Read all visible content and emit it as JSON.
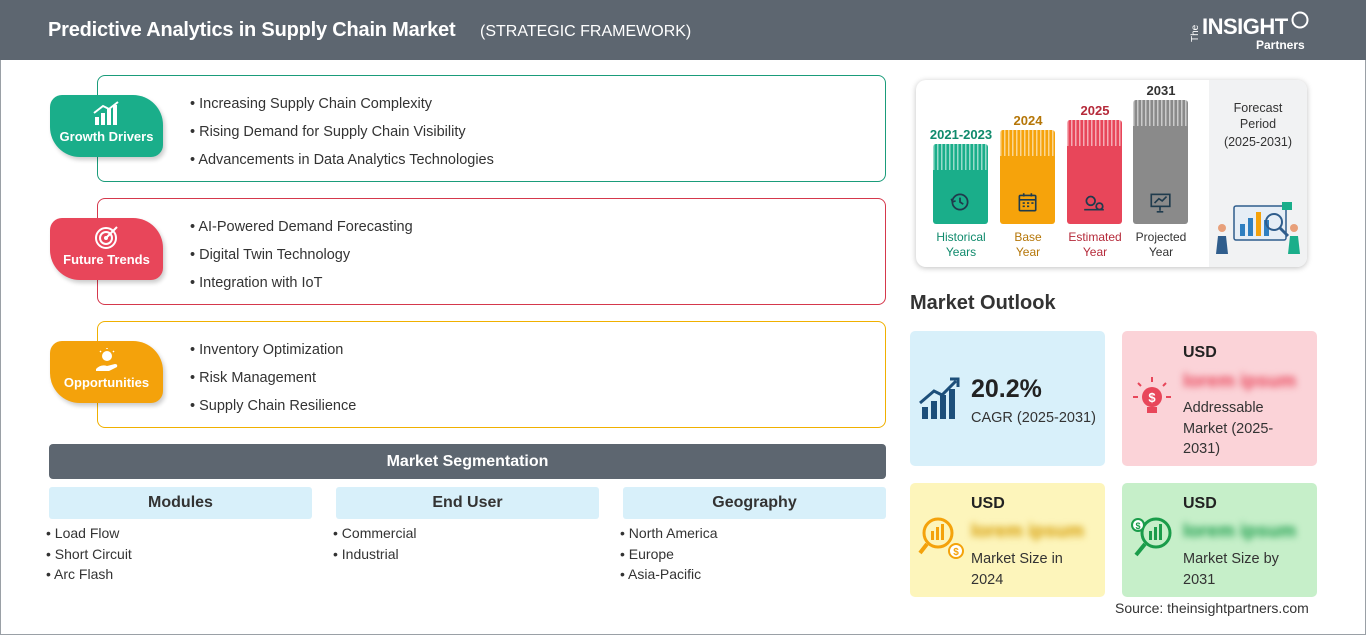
{
  "header": {
    "title": "Predictive Analytics in Supply Chain Market",
    "subtitle": "(STRATEGIC FRAMEWORK)",
    "logo": {
      "the": "The",
      "main": "INSIGHT",
      "partners": "Partners"
    }
  },
  "framework": [
    {
      "label": "Growth Drivers",
      "color": "#1aae8a",
      "border": "#1a9c7a",
      "icon": "bar-growth-icon",
      "items": [
        "Increasing Supply Chain Complexity",
        "Rising Demand for Supply Chain Visibility",
        "Advancements in Data Analytics Technologies"
      ]
    },
    {
      "label": "Future Trends",
      "color": "#e8465a",
      "border": "#d5384c",
      "icon": "target-icon",
      "items": [
        "AI-Powered Demand Forecasting",
        "Digital Twin Technology",
        "Integration with IoT"
      ]
    },
    {
      "label": "Opportunities",
      "color": "#f4a20b",
      "border": "#f0b000",
      "icon": "hand-bulb-icon",
      "items": [
        "Inventory Optimization",
        "Risk Management",
        "Supply Chain Resilience"
      ]
    }
  ],
  "segmentation": {
    "title": "Market Segmentation",
    "columns": [
      {
        "heading": "Modules",
        "items": [
          "Load Flow",
          "Short Circuit",
          "Arc Flash"
        ]
      },
      {
        "heading": "End User",
        "items": [
          "Commercial",
          "Industrial"
        ]
      },
      {
        "heading": "Geography",
        "items": [
          "North America",
          "Europe",
          "Asia-Pacific"
        ]
      }
    ]
  },
  "timeline": {
    "bars": [
      {
        "year": "2021-2023",
        "label1": "Historical",
        "label2": "Years",
        "color": "#1aae8a",
        "text_color": "#0f8a6c",
        "icon": "history-icon"
      },
      {
        "year": "2024",
        "label1": "Base",
        "label2": "Year",
        "color": "#f6a30b",
        "text_color": "#b57608",
        "icon": "calendar-icon"
      },
      {
        "year": "2025",
        "label1": "Estimated",
        "label2": "Year",
        "color": "#e8465a",
        "text_color": "#b52a3a",
        "icon": "gears-icon"
      },
      {
        "year": "2031",
        "label1": "Projected",
        "label2": "Year",
        "color": "#8a8a8a",
        "text_color": "#333333",
        "icon": "presentation-icon"
      }
    ],
    "forecast_line1": "Forecast",
    "forecast_line2": "Period",
    "forecast_line3": "(2025-2031)"
  },
  "outlook": {
    "title": "Market Outlook",
    "cagr": {
      "value": "20.2%",
      "label": "CAGR (2025-2031)",
      "bg": "#d8f0fa"
    },
    "addressable": {
      "usd": "USD",
      "blurred": "lorem ipsum",
      "desc1": "Addressable",
      "desc2": "Market (2025-",
      "desc3": "2031)",
      "bg": "#fbd3d8"
    },
    "size2024": {
      "usd": "USD",
      "blurred": "lorem ipsum",
      "desc1": "Market Size in",
      "desc2": "2024",
      "bg": "#fdf5bb"
    },
    "size2031": {
      "usd": "USD",
      "blurred": "lorem ipsum",
      "desc1": "Market Size by",
      "desc2": "2031",
      "bg": "#c6efc9"
    }
  },
  "source": "Source: theinsightpartners.com"
}
